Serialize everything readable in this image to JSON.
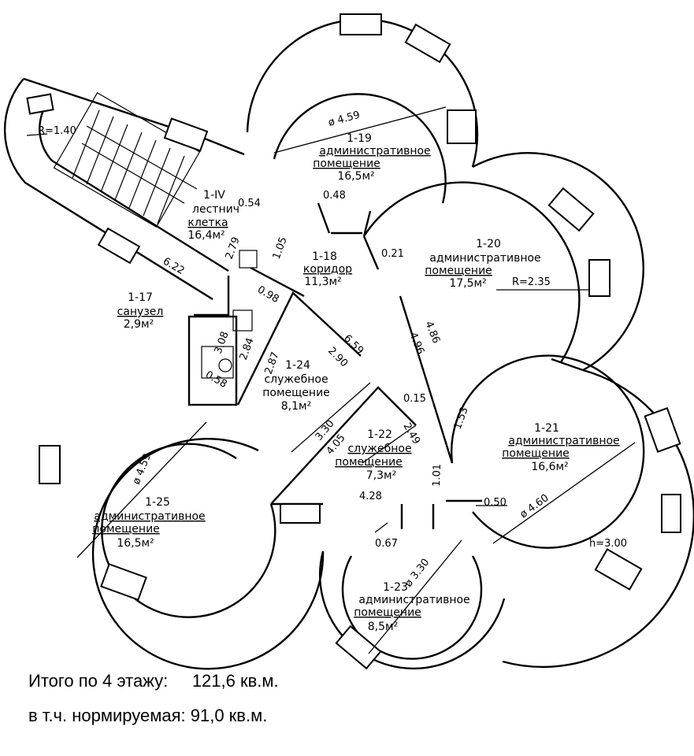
{
  "rooms": {
    "r119": {
      "id": "1-19",
      "name": "административное",
      "name2": "помещение",
      "area": "16,5м²",
      "dia": "ø 4.59"
    },
    "r120": {
      "id": "1-20",
      "name": "административное",
      "name2": "помещение",
      "area": "17,5м²",
      "radius": "R=2.35"
    },
    "r121": {
      "id": "1-21",
      "name": "административное",
      "name2": "помещение",
      "area": "16,6м²",
      "dia": "ø 4.60",
      "height": "h=3.00"
    },
    "r122": {
      "id": "1-22",
      "name": "служебное",
      "name2": "помещение",
      "area": "7,3м²"
    },
    "r123": {
      "id": "1-23",
      "name": "административное",
      "name2": "помещение",
      "area": "8,5м²",
      "dia": "ø 3.30"
    },
    "r124": {
      "id": "1-24",
      "name": "служебное",
      "name2": "помещение",
      "area": "8,1м²"
    },
    "r125": {
      "id": "1-25",
      "name": "административное",
      "name2": "помещение",
      "area": "16,5м²",
      "dia": "ø 4.59"
    },
    "r117": {
      "id": "1-17",
      "name": "санузел",
      "area": "2,9м²"
    },
    "r118": {
      "id": "1-18",
      "name": "коридор",
      "area": "11,3м²"
    },
    "r1iv": {
      "id": "1-IV",
      "name": "лестнич",
      "name2": "клетка",
      "area": "16,4м²",
      "radius": "R=1.40"
    }
  },
  "dims": {
    "d054": "0.54",
    "d048": "0.48",
    "d279": "2.79",
    "d622": "6.22",
    "d105": "1.05",
    "d021": "0.21",
    "d098": "0.98",
    "d486": "4.86",
    "d496": "4.96",
    "d659": "6.59",
    "d290": "2.90",
    "d308": "3.08",
    "d284": "2.84",
    "d287": "2.87",
    "d058": "0.58",
    "d015": "0.15",
    "d153": "1.53",
    "d330": "3.30",
    "d405": "4.05",
    "d249": "2.49",
    "d101": "1.01",
    "d428": "4.28",
    "d050": "0.50",
    "d067": "0.67"
  },
  "totals": {
    "line1": "Итого по 4 этажу:     121,6 кв.м.",
    "line2": "в т.ч. нормируемая: 91,0 кв.м."
  }
}
